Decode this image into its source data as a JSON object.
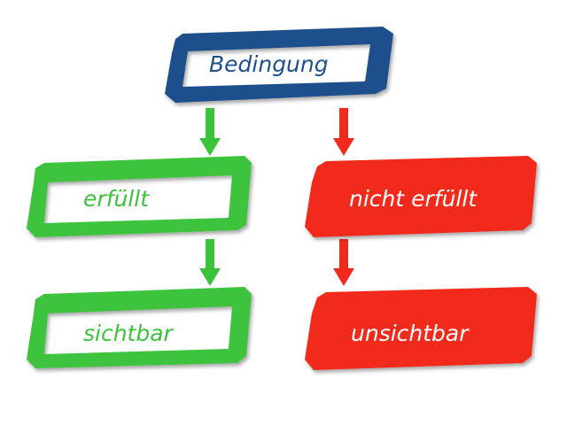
{
  "diagram": {
    "nodes": {
      "condition": {
        "label": "Bedingung",
        "color": "#1f4f8c",
        "text_color": "#1f4f8c"
      },
      "fulfilled": {
        "label": "erfüllt",
        "color": "#3cc33c",
        "text_color": "#3cc33c"
      },
      "not_fulfilled": {
        "label": "nicht erfüllt",
        "color": "#f22a1e",
        "text_color": "#ffffff"
      },
      "visible": {
        "label": "sichtbar",
        "color": "#3cc33c",
        "text_color": "#3cc33c"
      },
      "invisible": {
        "label": "unsichtbar",
        "color": "#f22a1e",
        "text_color": "#ffffff"
      }
    },
    "edges": [
      {
        "from": "condition",
        "to": "fulfilled",
        "color": "#3cc33c"
      },
      {
        "from": "condition",
        "to": "not_fulfilled",
        "color": "#f22a1e"
      },
      {
        "from": "fulfilled",
        "to": "visible",
        "color": "#3cc33c"
      },
      {
        "from": "not_fulfilled",
        "to": "invisible",
        "color": "#f22a1e"
      }
    ]
  }
}
